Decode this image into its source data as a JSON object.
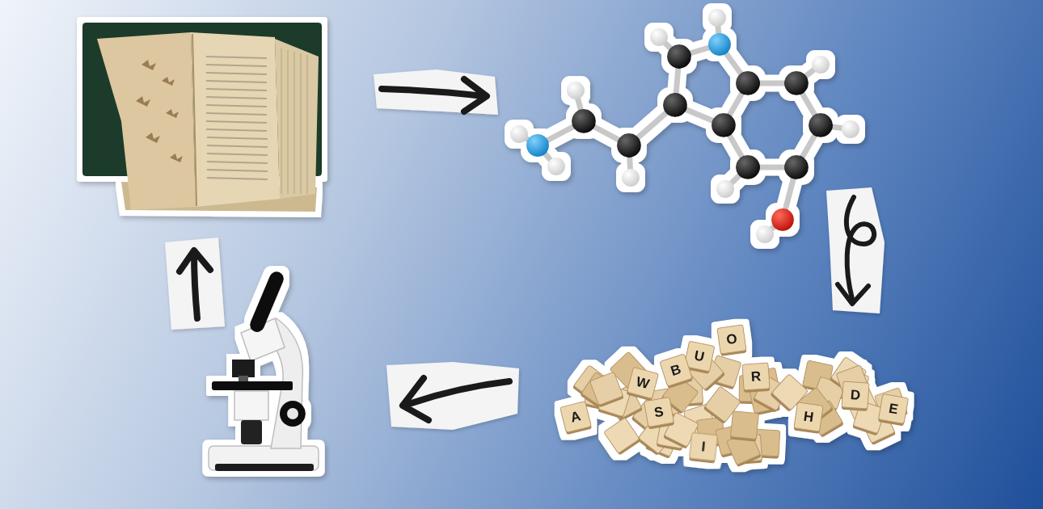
{
  "diagram": {
    "labels": [
      "O",
      "U",
      "B",
      "W",
      "R",
      "S",
      "H",
      "D",
      "E",
      "A",
      "I"
    ]
  }
}
